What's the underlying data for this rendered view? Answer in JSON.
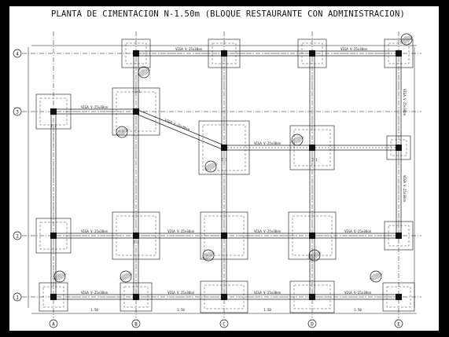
{
  "title": "PLANTA DE CIMENTACION N-1.50m (BLOQUE RESTAURANTE CON ADMINISTRACION)",
  "colors": {
    "ink": "#111111",
    "paper": "#ffffff",
    "frame": "#000000",
    "beam_fill": "#9a9a9a"
  },
  "axes": {
    "columns": [
      "A",
      "B",
      "C",
      "D",
      "E"
    ],
    "rows": [
      "4",
      "3",
      "2",
      "1"
    ]
  },
  "beam_labels": {
    "row4": [
      "VIGA V-25x30cm",
      "VIGA V-25x30cm"
    ],
    "row3": [
      "VIGA V-25x30cm",
      "VIGA V-25x30cm"
    ],
    "row2": [
      "VIGA V-25x30cm",
      "VIGA V-25x30cm",
      "VIGA V-25x30cm",
      "VIGA V-25x30cm"
    ],
    "row1": [
      "VIGA V-25x30cm",
      "VIGA V-25x30cm",
      "VIGA V-25x30cm",
      "VIGA V-25x30cm"
    ],
    "diagonal": "VIGA V-25x30cm",
    "vertical_e": [
      "VIGA V-25x30cm",
      "VIGA V-25x30cm"
    ]
  },
  "footing_label": "Z-1",
  "dim_label": "1.50"
}
